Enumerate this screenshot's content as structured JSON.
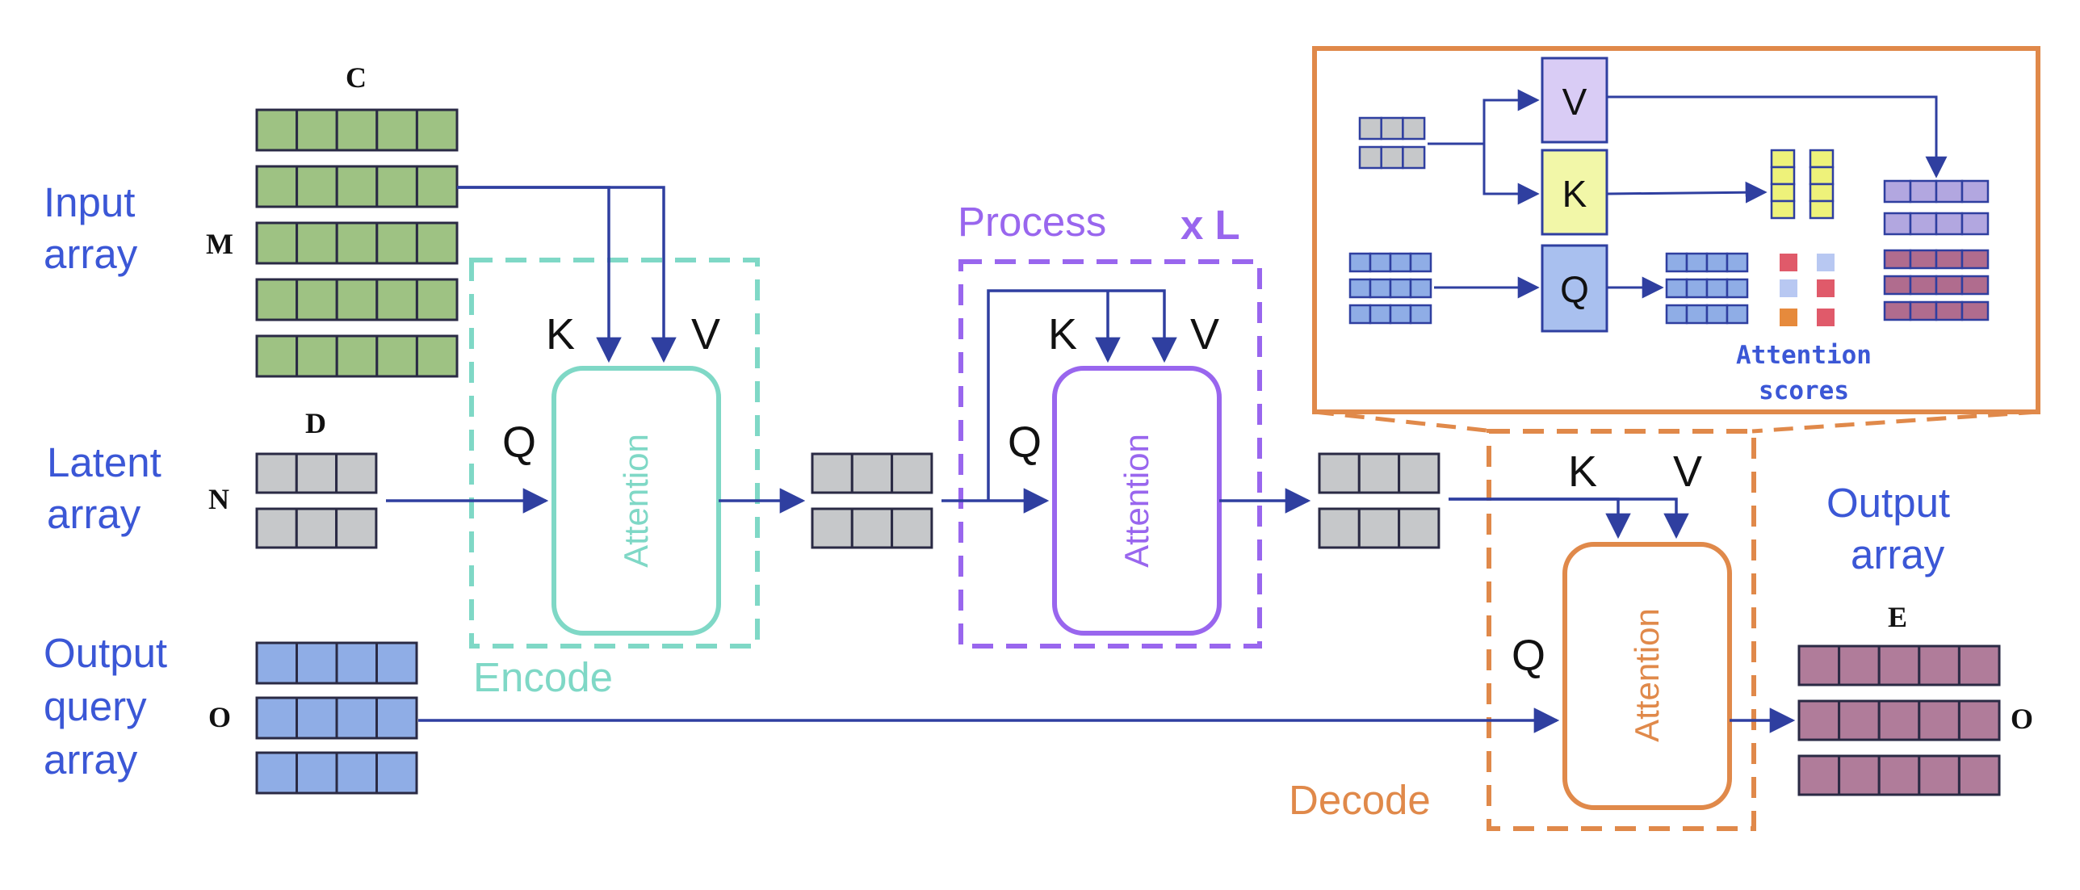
{
  "labels": {
    "input_array_1": "Input",
    "input_array_2": "array",
    "latent_array_1": "Latent",
    "latent_array_2": "array",
    "output_query_1": "Output",
    "output_query_2": "query",
    "output_query_3": "array",
    "output_array_1": "Output",
    "output_array_2": "array"
  },
  "dims": {
    "c": "C",
    "m": "M",
    "d": "D",
    "n": "N",
    "o_left": "O",
    "e": "E",
    "o_right": "O"
  },
  "qkv": {
    "q": "Q",
    "k": "K",
    "v": "V"
  },
  "blocks": {
    "attention": "Attention",
    "encode": "Encode",
    "process": "Process",
    "repeat": "x L",
    "decode": "Decode"
  },
  "inset": {
    "v": "V",
    "k": "K",
    "q": "Q",
    "scores_line1": "Attention",
    "scores_line2": "scores"
  },
  "colors": {
    "arrow": "#2f3fa0",
    "green_fill": "#9ec283",
    "grey_fill": "#c6c8ca",
    "blue_fill": "#8fade6",
    "purple_out_fill": "#b07c9a",
    "encode": "#7fd8c6",
    "process": "#9966ee",
    "decode": "#e0894a",
    "label_blue": "#3b57d6"
  }
}
